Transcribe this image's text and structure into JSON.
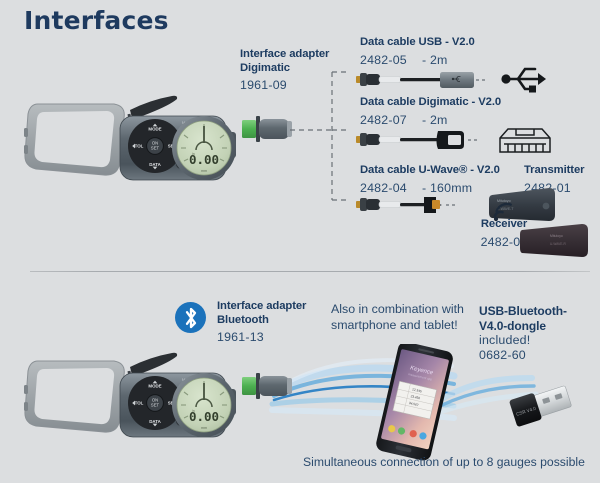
{
  "page": {
    "title": "Interfaces",
    "background_color": "#dcdee0",
    "heading_color": "#1e3a5f",
    "text_color": "#2b4b6e",
    "bold_text_color": "#1d3c61",
    "accent_bluetooth": "#1b72bb",
    "accent_wave": "#2a7fc4"
  },
  "top_section": {
    "adapter": {
      "line1": "Interface adapter",
      "line2": "Digimatic",
      "order_no": "1961-09"
    },
    "cables": [
      {
        "name": "Data cable USB - V2.0",
        "order_no": "2482-05",
        "length": "- 2m",
        "icon": "usb-trident-icon"
      },
      {
        "name": "Data cable Digimatic - V2.0",
        "order_no": "2482-07",
        "length": "- 2m",
        "icon": "digimatic-connector-icon"
      },
      {
        "name": "Data cable U-Wave®  - V2.0",
        "order_no": "2482-04",
        "length": "- 160mm",
        "icon": "u-wave-plug-icon"
      }
    ],
    "transmitter": {
      "label": "Transmitter",
      "order_no": "2482-01"
    },
    "receiver": {
      "label": "Receiver",
      "order_no": "2482-02"
    },
    "gauge": {
      "display_value": "0.00",
      "keys": [
        "MODE",
        "TOL",
        "SET",
        "DATA",
        "ORIGIN"
      ]
    }
  },
  "bottom_section": {
    "adapter": {
      "line1": "Interface adapter",
      "line2": "Bluetooth",
      "order_no": "1961-13",
      "icon": "bluetooth-icon"
    },
    "combination_note": {
      "line1": "Also in combination with",
      "line2": "smartphone and tablet!"
    },
    "dongle": {
      "line1": "USB-Bluetooth-",
      "line2": "V4.0-dongle",
      "line3": "included!",
      "order_no": "0682-60"
    },
    "caption": "Simultaneous connection of up to 8 gauges possible",
    "gauge": {
      "display_value": "0.00",
      "keys": [
        "MODE",
        "TOL",
        "SET",
        "DATA",
        "ORIGIN"
      ]
    }
  }
}
